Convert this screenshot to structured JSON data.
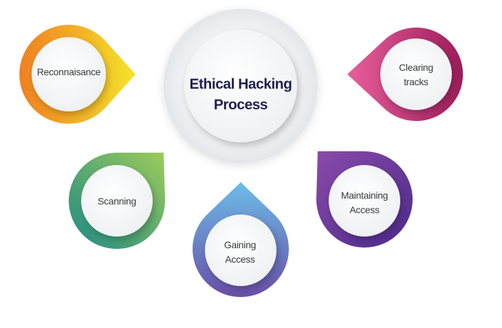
{
  "diagram": {
    "title": {
      "line1": "Ethical Hacking",
      "line2": "Process",
      "color": "#1f2150"
    },
    "steps": [
      {
        "id": "reconnaisance",
        "line1": "Reconnaisance",
        "line2": "",
        "pointer": "right",
        "gradient": [
          "#F07F22",
          "#F5E32A"
        ]
      },
      {
        "id": "scanning",
        "line1": "Scanning",
        "line2": "",
        "pointer": "top-right",
        "gradient": [
          "#1E8A86",
          "#9CCB5A"
        ]
      },
      {
        "id": "gaining-access",
        "line1": "Gaining",
        "line2": "Access",
        "pointer": "top",
        "gradient": [
          "#6A4FA8",
          "#6BBDE8"
        ]
      },
      {
        "id": "maintaining-access",
        "line1": "Maintaining",
        "line2": "Access",
        "pointer": "top-left",
        "gradient": [
          "#8A4AA8",
          "#4B2A8C"
        ]
      },
      {
        "id": "clearing-tracks",
        "line1": "Clearing",
        "line2": "tracks",
        "pointer": "left",
        "gradient": [
          "#E85E9B",
          "#9B1D5A"
        ]
      }
    ]
  }
}
